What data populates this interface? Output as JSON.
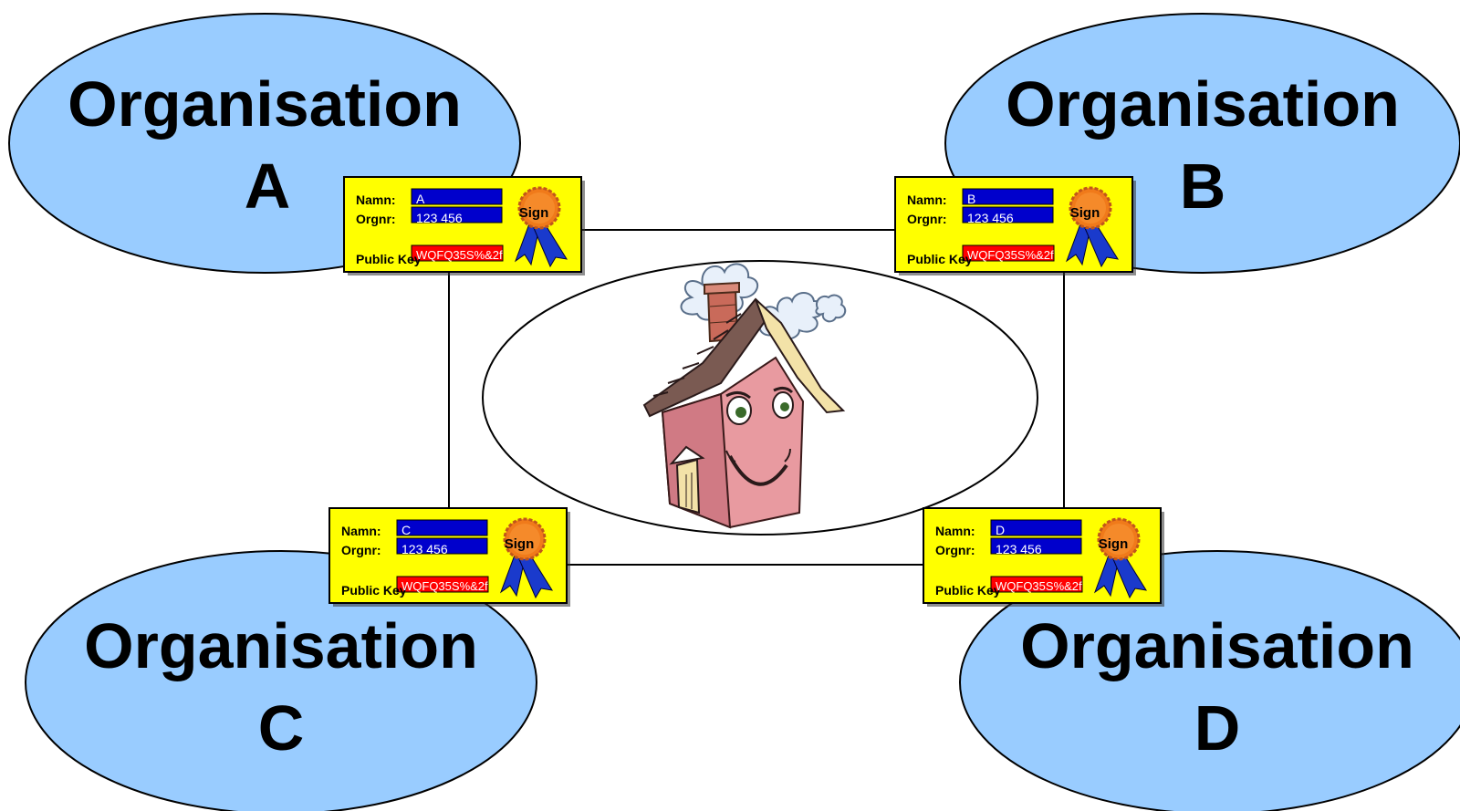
{
  "organisations": [
    {
      "title": "Organisation",
      "letter": "A"
    },
    {
      "title": "Organisation",
      "letter": "B"
    },
    {
      "title": "Organisation",
      "letter": "C"
    },
    {
      "title": "Organisation",
      "letter": "D"
    }
  ],
  "cards": [
    {
      "name_label": "Namn:",
      "name_value": "A",
      "orgnr_label": "Orgnr:",
      "orgnr_value": "123 456",
      "key_label": "Public Key",
      "key_value": "WQFQ35S%&2f",
      "seal_text": "Sign"
    },
    {
      "name_label": "Namn:",
      "name_value": "B",
      "orgnr_label": "Orgnr:",
      "orgnr_value": "123 456",
      "key_label": "Public Key",
      "key_value": "WQFQ35S%&2f",
      "seal_text": "Sign"
    },
    {
      "name_label": "Namn:",
      "name_value": "C",
      "orgnr_label": "Orgnr:",
      "orgnr_value": "123 456",
      "key_label": "Public Key",
      "key_value": "WQFQ35S%&2f",
      "seal_text": "Sign"
    },
    {
      "name_label": "Namn:",
      "name_value": "D",
      "orgnr_label": "Orgnr:",
      "orgnr_value": "123 456",
      "key_label": "Public Key",
      "key_value": "WQFQ35S%&2f",
      "seal_text": "Sign"
    }
  ],
  "center": {
    "icon": "house-icon"
  },
  "colors": {
    "ellipse_fill": "#99ccff",
    "card_fill": "#ffff00",
    "name_bar": "#0000cc",
    "key_bar": "#ff0000",
    "seal_orange": "#f07a1a",
    "ribbon_blue": "#1a3acc"
  }
}
